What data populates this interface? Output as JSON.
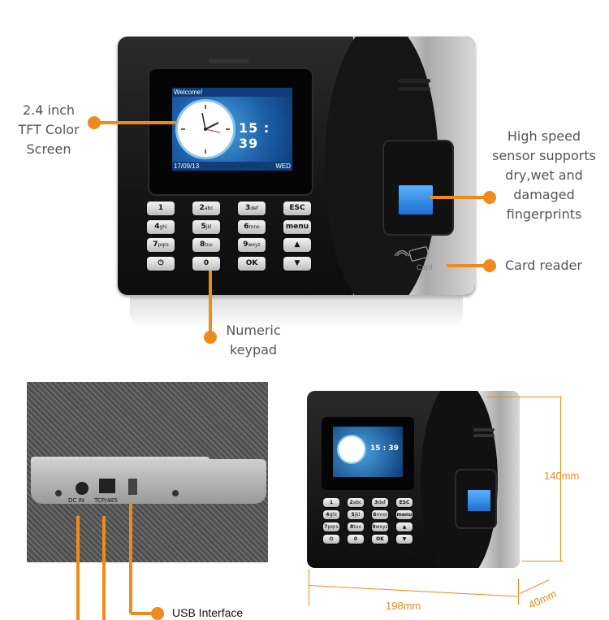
{
  "callouts": {
    "screen": "2.4 inch\nTFT Color\nScreen",
    "sensor": "High speed\nsensor supports\ndry,wet and\ndamaged\nfingerprints",
    "card": "Card reader",
    "keypad": "Numeric\nkeypad",
    "usb": "USB Interface"
  },
  "screen": {
    "welcome": "Welcome!",
    "time": "15 : 39",
    "date": "17/09/13",
    "day": "WED"
  },
  "keys": [
    {
      "main": "1",
      "sub": ""
    },
    {
      "main": "2",
      "sub": "abc"
    },
    {
      "main": "3",
      "sub": "def"
    },
    {
      "main": "ESC",
      "sub": ""
    },
    {
      "main": "4",
      "sub": "ghi"
    },
    {
      "main": "5",
      "sub": "jkl"
    },
    {
      "main": "6",
      "sub": "mno"
    },
    {
      "main": "menu",
      "sub": ""
    },
    {
      "main": "7",
      "sub": "pqrs"
    },
    {
      "main": "8",
      "sub": "tuv"
    },
    {
      "main": "9",
      "sub": "wxyz"
    },
    {
      "main": "▲",
      "sub": ""
    },
    {
      "main": "⏻",
      "sub": ""
    },
    {
      "main": "0",
      "sub": ""
    },
    {
      "main": "OK",
      "sub": ""
    },
    {
      "main": "▼",
      "sub": ""
    }
  ],
  "card_label": "Card",
  "ports": {
    "dc": "DC IN",
    "tcp": "TCP/485"
  },
  "dimensions": {
    "height": "140mm",
    "width": "198mm",
    "depth": "40mm"
  },
  "accent_color": "#f08a1c"
}
